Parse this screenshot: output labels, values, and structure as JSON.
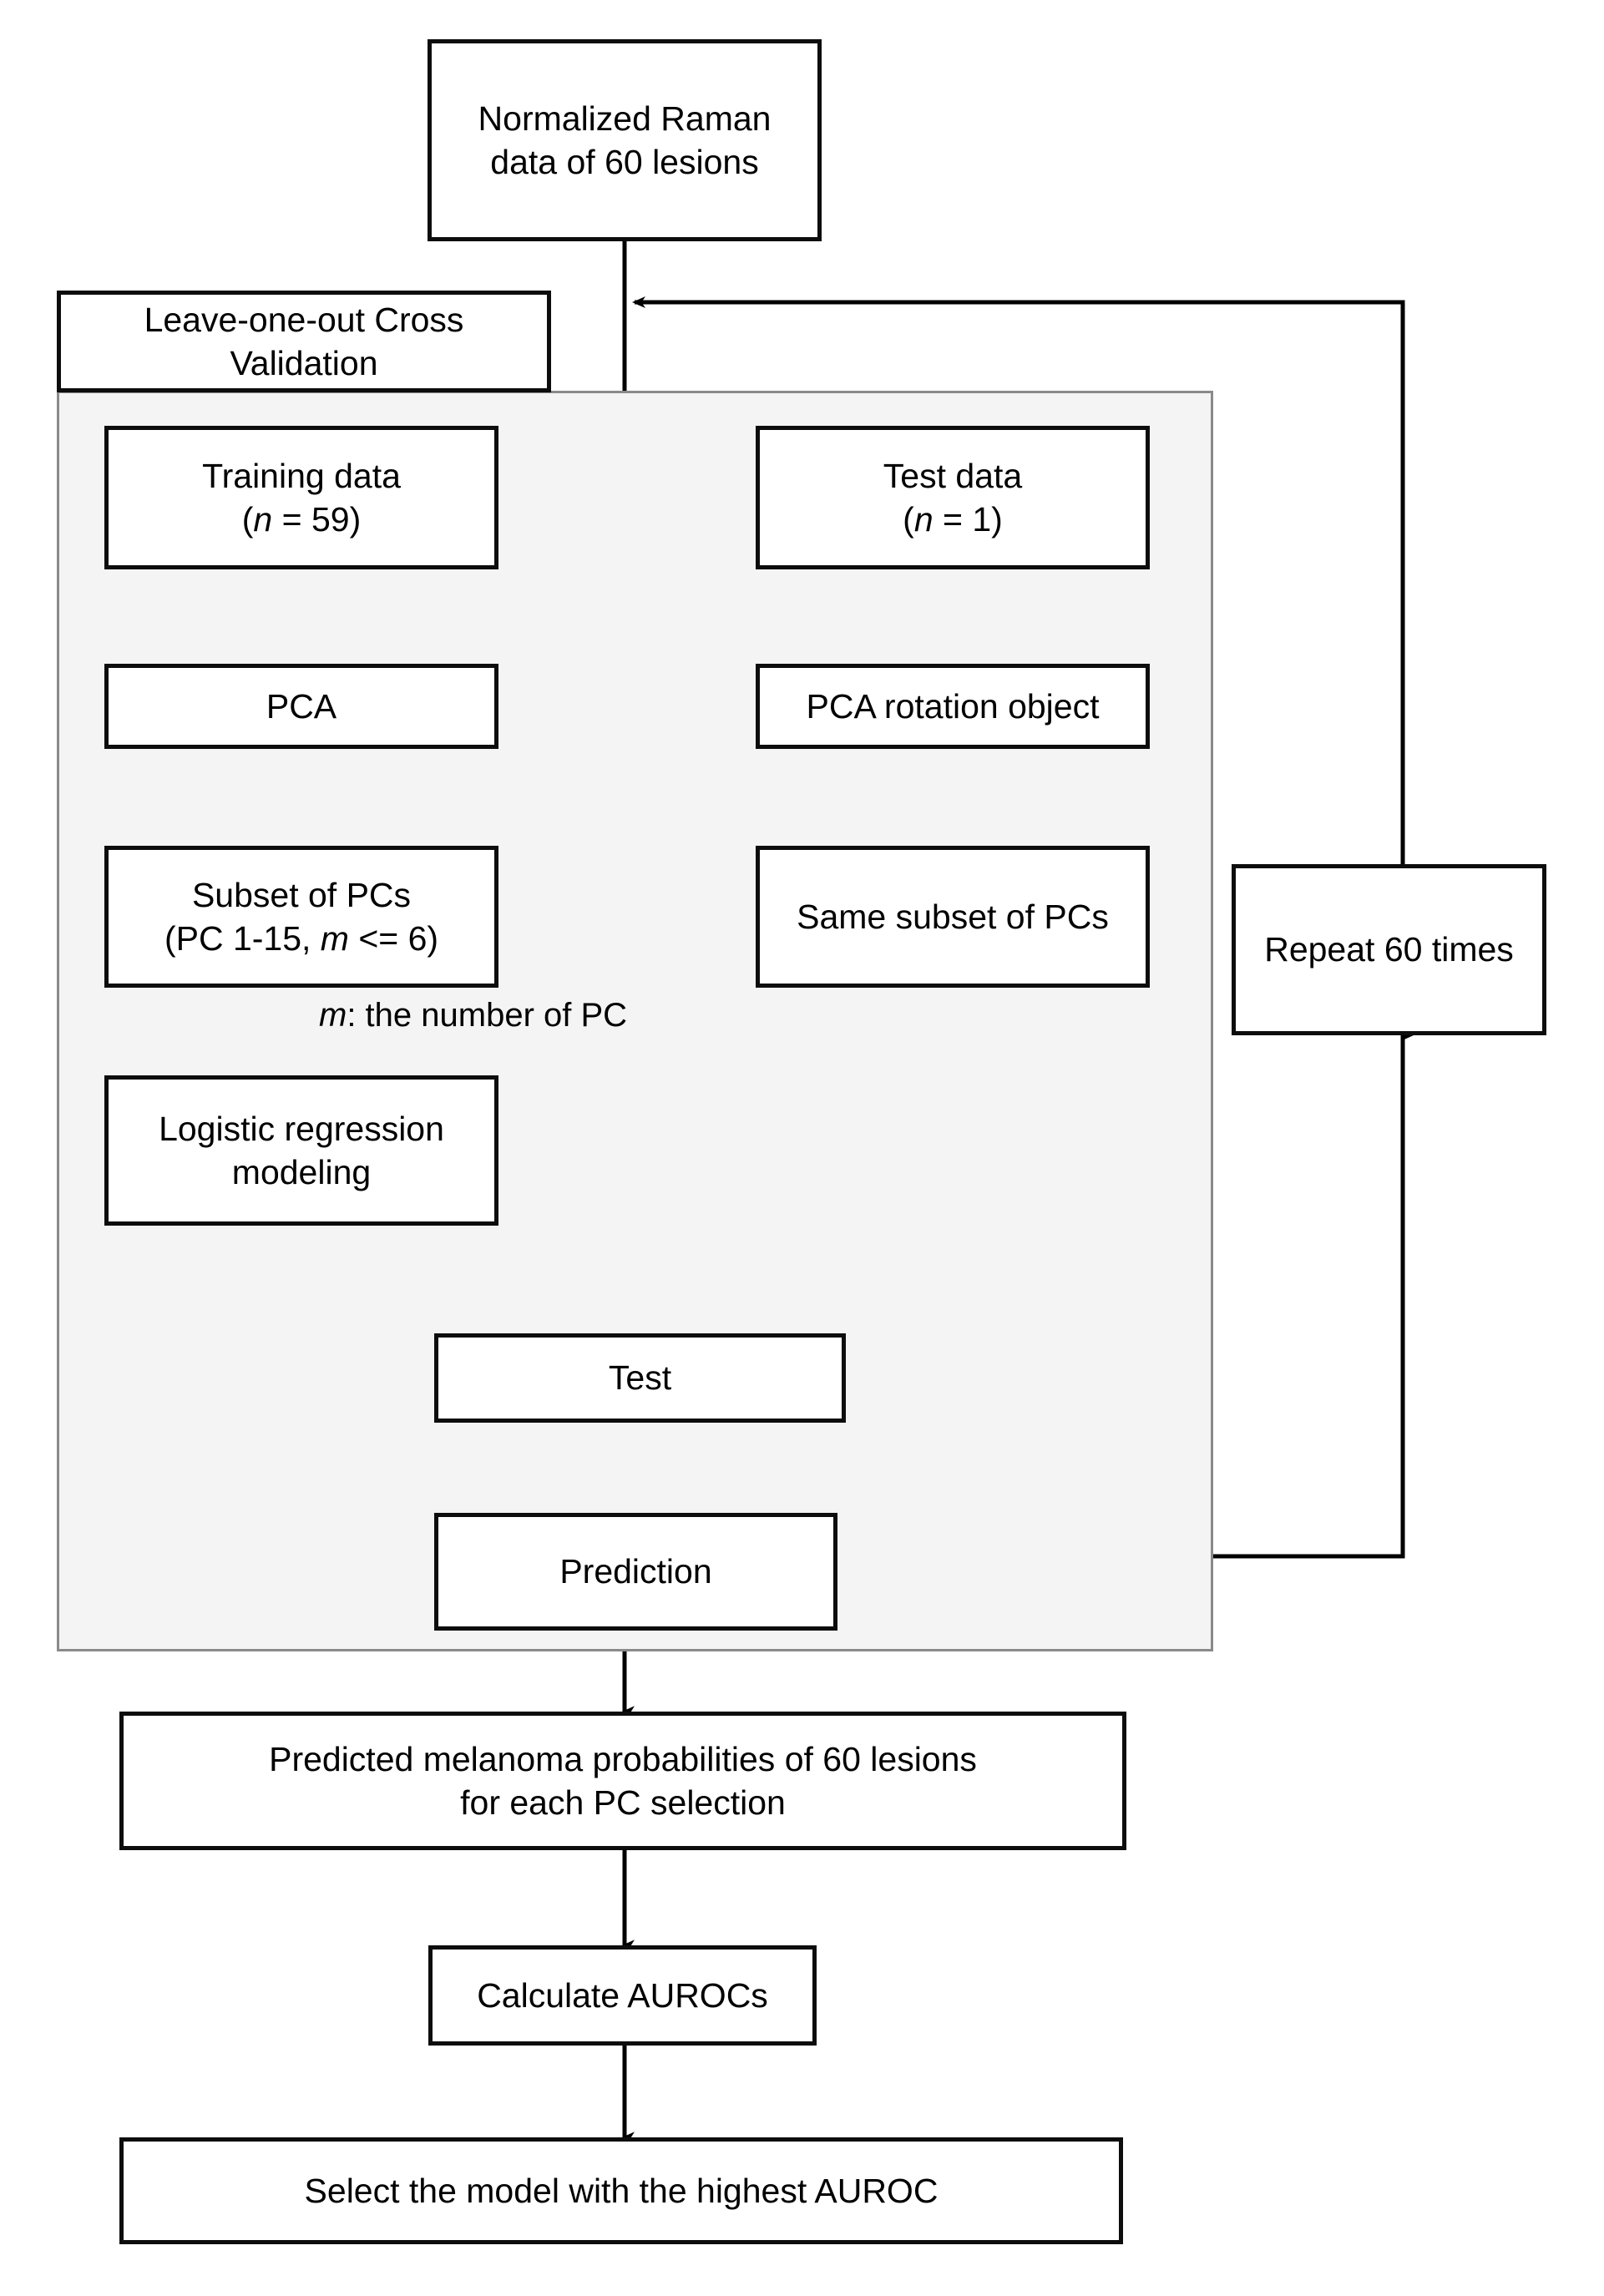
{
  "diagram": {
    "title": "Leave-one-out cross validation workflow for Raman melanoma model selection",
    "colors": {
      "node_border": "#0d0d0d",
      "node_fill": "#ffffff",
      "panel_fill": "#f4f4f4",
      "panel_border": "#8a8a8a",
      "edge": "#000000",
      "background": "#ffffff"
    },
    "panel": {
      "label": "Leave-one-out Cross\nValidation"
    },
    "nodes": {
      "normalized_data": "Normalized Raman\ndata of 60 lesions",
      "training_data_line1": "Training data",
      "training_data_line2_pre": "(",
      "training_data_line2_italic": "n",
      "training_data_line2_post": " = 59)",
      "test_data_line1": "Test data",
      "test_data_line2_pre": "(",
      "test_data_line2_italic": "n",
      "test_data_line2_post": " = 1)",
      "pca": "PCA",
      "pca_rotation_object": "PCA rotation object",
      "subset_of_pcs_line1": "Subset of PCs",
      "subset_of_pcs_line2_pre": "(PC 1-15, ",
      "subset_of_pcs_line2_italic": "m",
      "subset_of_pcs_line2_post": " <= 6)",
      "same_subset_of_pcs": "Same subset of PCs",
      "logistic_regression": "Logistic regression\nmodeling",
      "test": "Test",
      "prediction": "Prediction",
      "repeat": "Repeat 60 times",
      "predicted_probabilities": "Predicted melanoma probabilities of 60 lesions\nfor each PC selection",
      "calculate_aurocs": "Calculate AUROCs",
      "select_model": "Select the model with the highest AUROC"
    },
    "annotations": {
      "m_definition_italic": "m",
      "m_definition_rest": ": the number of PC"
    },
    "edges": [
      {
        "name": "normalized-to-split",
        "from": "normalized_data",
        "to": "split-junction",
        "arrow": "none"
      },
      {
        "name": "split-to-training",
        "from": "split-junction",
        "to": "training_data",
        "arrow": "left"
      },
      {
        "name": "split-to-test",
        "from": "split-junction",
        "to": "test_data",
        "arrow": "right"
      },
      {
        "name": "training-to-pca",
        "from": "training_data",
        "to": "pca",
        "arrow": "down"
      },
      {
        "name": "test-to-rotation",
        "from": "test_data",
        "to": "pca_rotation_object",
        "arrow": "down"
      },
      {
        "name": "pca-to-rotation",
        "from": "pca",
        "to": "pca_rotation_object",
        "arrow": "right"
      },
      {
        "name": "pca-to-subset",
        "from": "pca",
        "to": "subset_of_pcs",
        "arrow": "down"
      },
      {
        "name": "rotation-to-same-subset",
        "from": "pca_rotation_object",
        "to": "same_subset_of_pcs",
        "arrow": "down"
      },
      {
        "name": "subset-to-same-subset",
        "from": "subset_of_pcs",
        "to": "same_subset_of_pcs",
        "arrow": "right"
      },
      {
        "name": "subset-to-logistic",
        "from": "subset_of_pcs",
        "to": "logistic_regression",
        "arrow": "down"
      },
      {
        "name": "logistic-to-test",
        "from": "logistic_regression",
        "to": "test",
        "arrow": "down"
      },
      {
        "name": "same-subset-to-test",
        "from": "same_subset_of_pcs",
        "to": "test",
        "arrow": "left"
      },
      {
        "name": "test-to-prediction",
        "from": "test",
        "to": "prediction",
        "arrow": "down"
      },
      {
        "name": "prediction-to-repeat",
        "from": "prediction",
        "to": "repeat",
        "arrow": "up"
      },
      {
        "name": "repeat-to-normalized-loop",
        "from": "repeat",
        "to": "split-junction",
        "arrow": "left"
      },
      {
        "name": "prediction-to-probabilities",
        "from": "prediction",
        "to": "predicted_probabilities",
        "arrow": "down"
      },
      {
        "name": "probabilities-to-aurocs",
        "from": "predicted_probabilities",
        "to": "calculate_aurocs",
        "arrow": "down"
      },
      {
        "name": "aurocs-to-select",
        "from": "calculate_aurocs",
        "to": "select_model",
        "arrow": "down"
      }
    ]
  }
}
